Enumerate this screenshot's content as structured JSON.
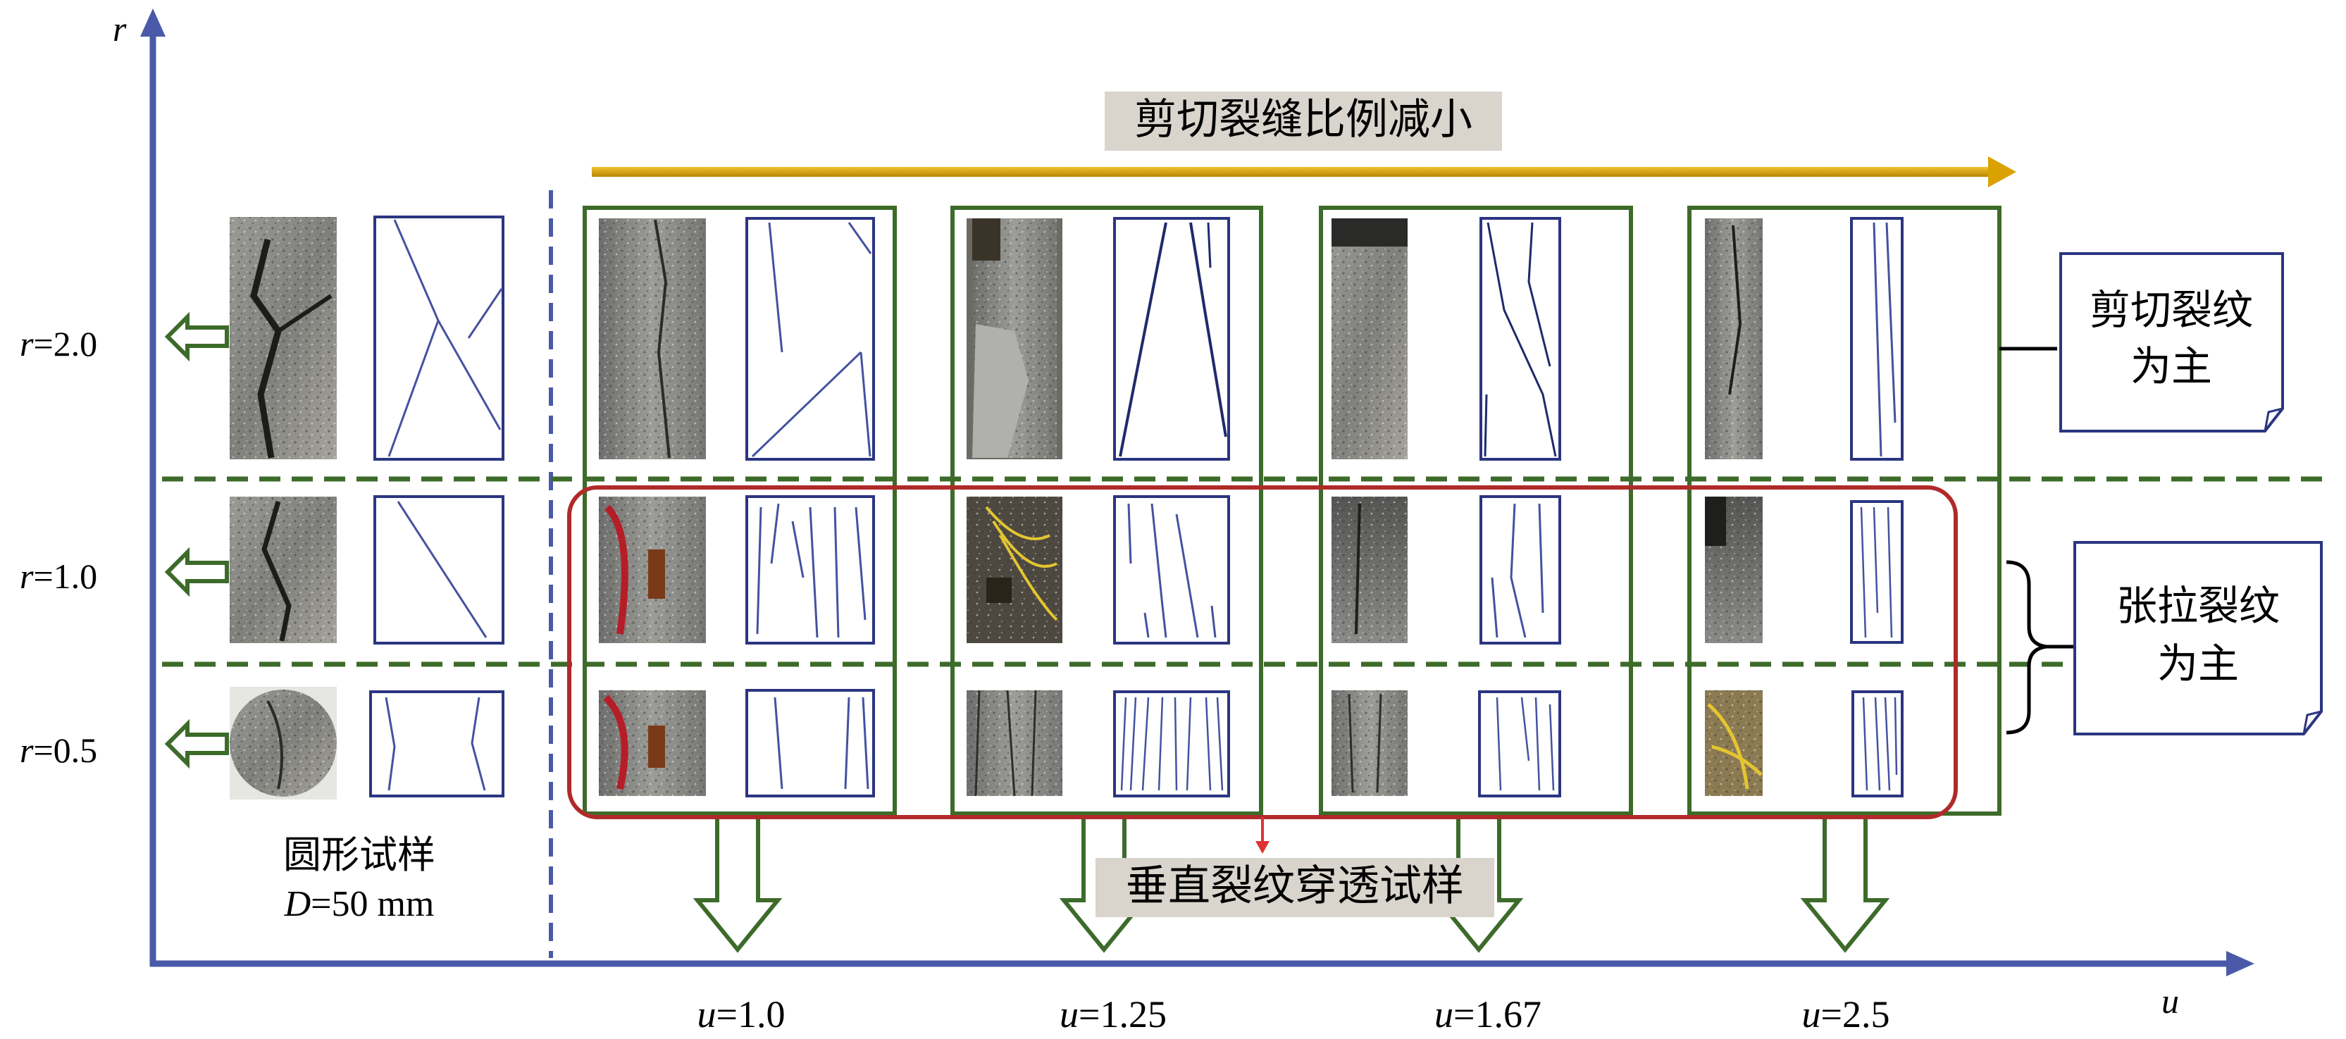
{
  "axes": {
    "y_symbol": "r",
    "x_symbol": "u",
    "axis_color": "#4a5aa8"
  },
  "rows": [
    {
      "var": "r",
      "value": "=2.0"
    },
    {
      "var": "r",
      "value": "=1.0"
    },
    {
      "var": "r",
      "value": "=0.5"
    }
  ],
  "columns": [
    {
      "var": "u",
      "value": "=1.0"
    },
    {
      "var": "u",
      "value": "=1.25"
    },
    {
      "var": "u",
      "value": "=1.67"
    },
    {
      "var": "u",
      "value": "=2.5"
    }
  ],
  "reference_specimen": {
    "label_line1": "圆形试样",
    "label_line2_var": "D",
    "label_line2_value": "=50 mm"
  },
  "top_banner": {
    "text": "剪切裂缝比例减小",
    "arrow_color": "#e0a800"
  },
  "bottom_banner": {
    "text": "垂直裂纹穿透试样"
  },
  "callouts": {
    "shear": {
      "line1": "剪切裂纹",
      "line2": "为主"
    },
    "tensile": {
      "line1": "张拉裂纹",
      "line2": "为主"
    }
  },
  "colors": {
    "green_frame": "#3d6b2a",
    "red_frame": "#b02a2a",
    "sketch_line": "#4452a0",
    "banner_bg": "#d9d4cc"
  },
  "icons": {
    "row_arrow": "hollow-left-arrow-icon",
    "column_arrow": "hollow-down-arrow-icon"
  }
}
